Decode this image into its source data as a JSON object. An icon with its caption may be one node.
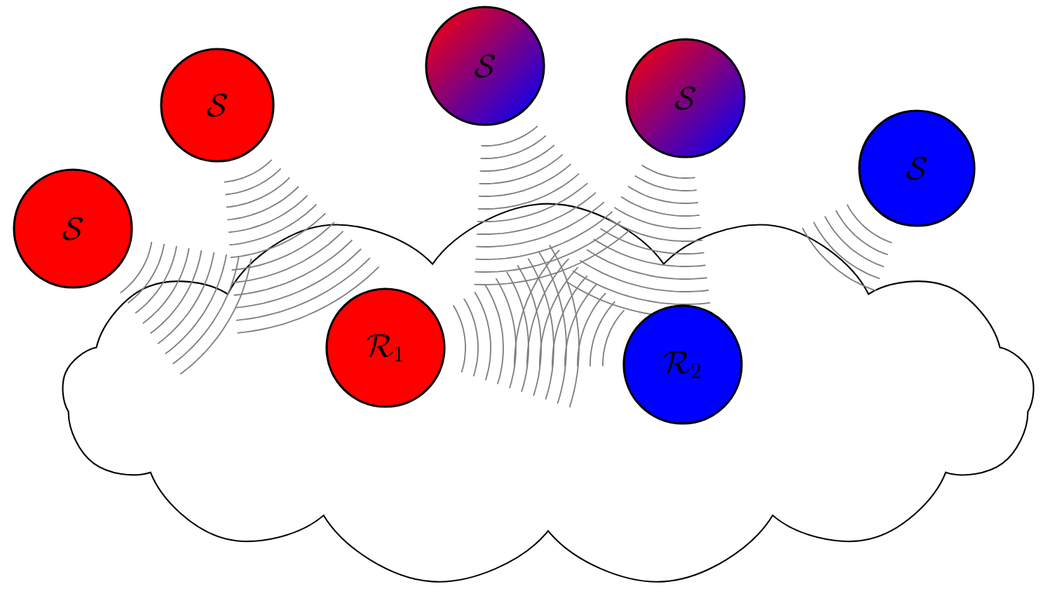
{
  "diagram": {
    "nodes": [
      {
        "text": [],
        "shape": "cloud"
      },
      {
        "text": [
          "\\mathcal{S}"
        ]
      },
      {
        "text": [
          "\\mathcal{S}"
        ]
      },
      {
        "text": [
          "\\mathcal{S}"
        ]
      },
      {
        "text": [
          "\\mathcal{S}"
        ]
      },
      {
        "text": [
          "\\mathcal{S}"
        ]
      },
      {
        "text": [
          "\\mathcal{R}_1"
        ],
        "in": 0
      },
      {
        "text": [
          "\\mathcal{R}_2"
        ],
        "in": 0
      }
    ],
    "edges": []
  }
}
